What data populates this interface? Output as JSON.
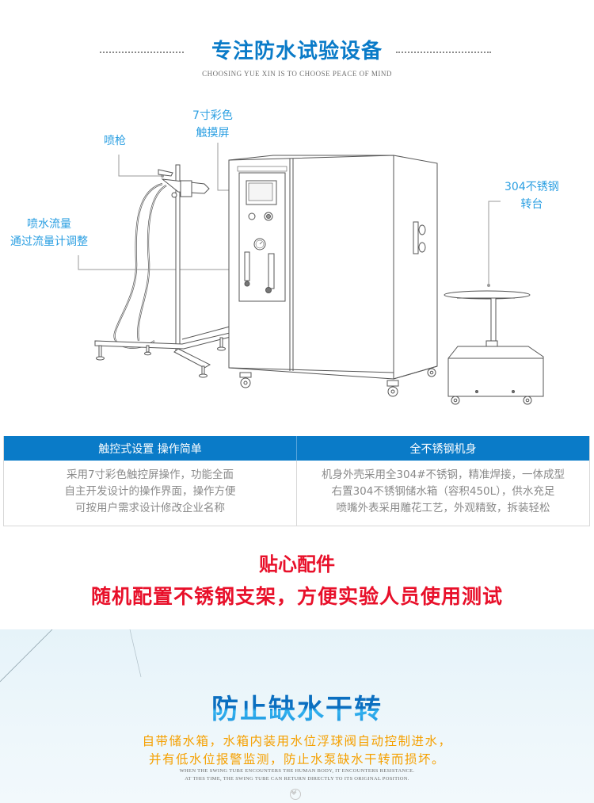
{
  "header": {
    "title": "专注防水试验设备",
    "subtitle": "CHOOSING YUE XIN IS TO CHOOSE PEACE OF MIND"
  },
  "diagram": {
    "callouts": {
      "spray_gun": "喷枪",
      "touch_screen_line1": "7寸彩色",
      "touch_screen_line2": "触摸屏",
      "flow_line1": "喷水流量",
      "flow_line2": "通过流量计调整",
      "turntable_line1": "304不锈钢",
      "turntable_line2": "转台"
    },
    "colors": {
      "callout": "#2b9fe2",
      "leader_line": "#999999",
      "sketch": "#555555"
    }
  },
  "features": [
    {
      "heading": "触控式设置 操作简单",
      "lines": [
        "采用7寸彩色触控屏操作，功能全面",
        "自主开发设计的操作界面，操作方便",
        "可按用户需求设计修改企业名称"
      ]
    },
    {
      "heading": "全不锈钢机身",
      "lines": [
        "机身外壳采用全304#不锈钢，精准焊接，一体成型",
        "右置304不锈钢储水箱（容积450L），供水充足",
        "喷嘴外表采用雕花工艺，外观精致，拆装轻松"
      ]
    }
  ],
  "accessory": {
    "title": "贴心配件",
    "subtitle": "随机配置不锈钢支架，方便实验人员使用测试"
  },
  "dry_run": {
    "title": "防止缺水干转",
    "desc_line1": "自带储水箱，水箱内装用水位浮球阀自动控制进水，",
    "desc_line2": "并有低水位报警监测，防止水泵缺水干转而损坏。",
    "en_line1": "WHEN THE SWING TUBE ENCOUNTERS THE HUMAN BODY, IT ENCOUNTERS RESISTANCE.",
    "en_line2": "AT THIS TIME, THE SWING TUBE CAN RETURN DIRECTLY TO ITS ORIGINAL POSITION.",
    "arrow_icon": "chevron-down-circle-icon"
  },
  "colors": {
    "brand_blue": "#0a7bc8",
    "accent_red": "#e8102a",
    "accent_orange": "#f5a000",
    "body_gray": "#8a8a8a",
    "bottom_bg": "#e9f5fa"
  }
}
